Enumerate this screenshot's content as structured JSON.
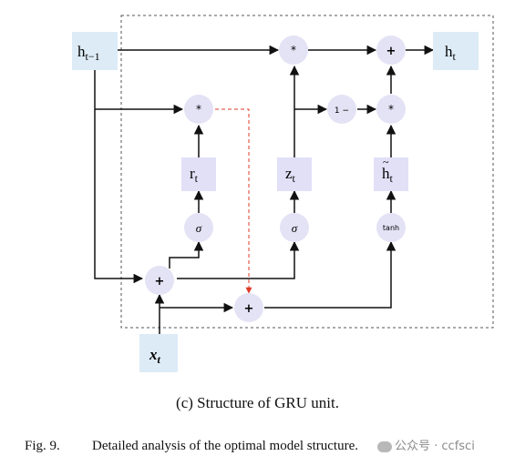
{
  "diagram": {
    "inputs": {
      "h_prev": {
        "base": "h",
        "sub": "t−1"
      },
      "x_t": {
        "base": "x",
        "sub": "t"
      }
    },
    "output": {
      "base": "h",
      "sub": "t"
    },
    "gates": {
      "r_t": {
        "base": "r",
        "sub": "t"
      },
      "z_t": {
        "base": "z",
        "sub": "t"
      },
      "h_tilde": {
        "base": "h",
        "sub": "t"
      }
    },
    "activations": {
      "sigma_r": "σ",
      "sigma_z": "σ",
      "tanh": "tanh"
    },
    "operators": {
      "mult": "*",
      "plus": "+",
      "one_minus": "1 −"
    },
    "colors": {
      "box_fill": "#e2e0f7",
      "op_fill": "#e4e2f5",
      "reset_path": "#e03a2a",
      "frame": "#555555"
    }
  },
  "caption": "(c) Structure of GRU unit.",
  "figure_caption": {
    "number": "Fig. 9.",
    "text": "Detailed analysis of the optimal model structure."
  },
  "watermark": {
    "icon": "wechat-icon",
    "text": "公众号 · ccfsci"
  }
}
